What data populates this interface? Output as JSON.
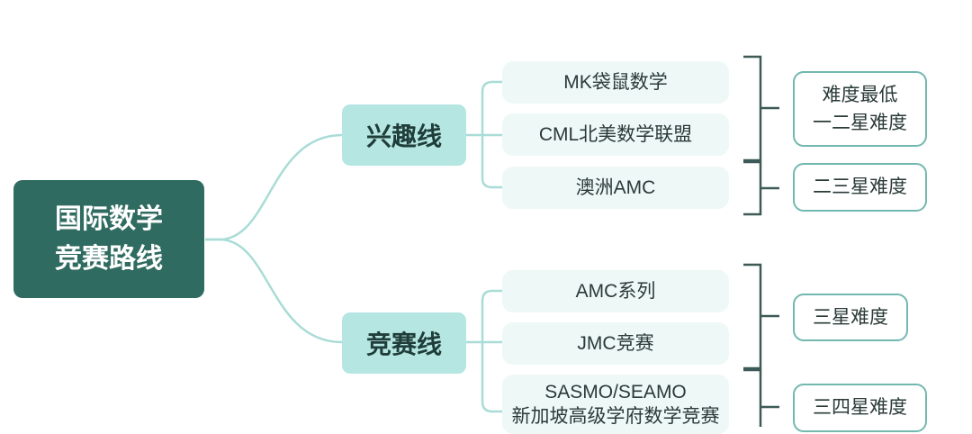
{
  "root": {
    "line1": "国际数学",
    "line2": "竞赛路线"
  },
  "interest": {
    "label": "兴趣线",
    "items": [
      "MK袋鼠数学",
      "CML北美数学联盟",
      "澳洲AMC"
    ],
    "difficulty": [
      {
        "line1": "难度最低",
        "line2": "一二星难度"
      },
      {
        "line1": "二三星难度"
      }
    ]
  },
  "competition": {
    "label": "竞赛线",
    "items": [
      {
        "line1": "AMC系列"
      },
      {
        "line1": "JMC竞赛"
      },
      {
        "line1": "SASMO/SEAMO",
        "line2": "新加坡高级学府数学竞赛"
      }
    ],
    "difficulty": [
      {
        "line1": "三星难度"
      },
      {
        "line1": "三四星难度"
      }
    ]
  },
  "colors": {
    "root_bg": "#2f6b60",
    "branch_bg": "#b6e6e2",
    "leaf_bg": "#eef8f7",
    "connector": "#a9dcd6",
    "bracket": "#3d5a56",
    "difficulty_border": "#72b8b1"
  }
}
